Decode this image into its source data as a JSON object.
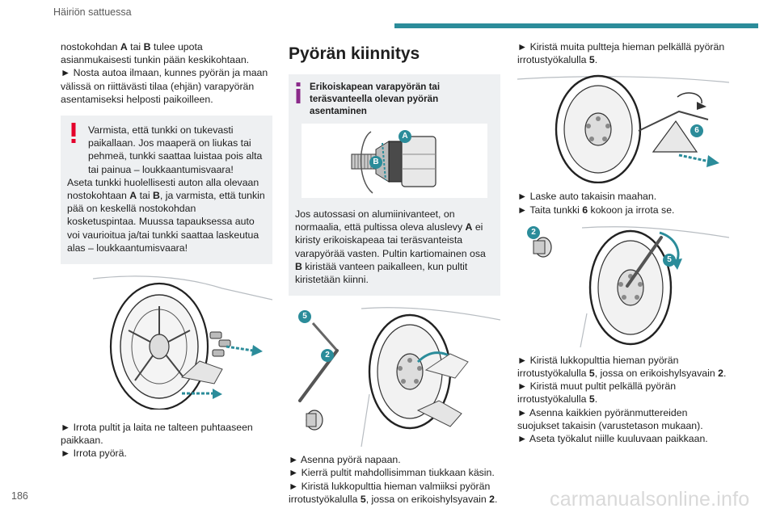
{
  "header": {
    "section": "Häiriön sattuessa"
  },
  "page_number": "186",
  "watermark": "carmanualsonline.info",
  "col1": {
    "intro": {
      "line1_pre": "nostokohdan ",
      "line1_a": "A",
      "line1_mid": " tai ",
      "line1_b": "B",
      "line1_post": " tulee upota asianmukaisesti tunkin pään keskikohtaan."
    },
    "step_lift": "► Nosta autoa ilmaan, kunnes pyörän ja maan välissä on riittävästi tilaa (ehjän) varapyörän asentamiseksi helposti paikoilleen.",
    "warning": {
      "line1": "Varmista, että tunkki on tukevasti paikallaan. Jos maaperä on liukas tai pehmeä, tunkki saattaa luistaa pois alta tai painua – loukkaantumisvaara!",
      "line2_pre": "Aseta tunkki huolellisesti auton alla olevaan nostokohtaan ",
      "line2_a": "A",
      "line2_mid": " tai ",
      "line2_b": "B",
      "line2_post": ", ja varmista, että tunkin pää on keskellä nostokohdan kosketuspintaa. Muussa tapauksessa auto voi vaurioitua ja/tai tunkki saattaa laskeutua alas – loukkaantumisvaara!"
    },
    "steps_after": [
      "► Irrota pultit ja laita ne talteen puhtaaseen paikkaan.",
      "► Irrota pyörä."
    ]
  },
  "col2": {
    "title": "Pyörän kiinnitys",
    "info": {
      "heading": "Erikoiskapean varapyörän tai teräsvanteella olevan pyörän asentaminen",
      "badge_a": "A",
      "badge_b": "B",
      "body_pre": "Jos autossasi on alumiinivanteet, on normaalia, että pultissa oleva aluslevy ",
      "body_a": "A",
      "body_mid": " ei kiristy erikoiskapeaa tai teräsvanteista varapyörää vasten. Pultin kartiomainen osa ",
      "body_b": "B",
      "body_post": " kiristää vanteen paikalleen, kun pultit kiristetään kiinni."
    },
    "fig_badges": [
      "5",
      "2"
    ],
    "steps": [
      "► Asenna pyörä napaan.",
      "► Kierrä pultit mahdollisimman tiukkaan käsin."
    ],
    "step_lock": {
      "pre": "► Kiristä lukkopulttia hieman valmiiksi pyörän irrotustyökalulla ",
      "n5": "5",
      "mid": ", jossa on erikoishylsyavain ",
      "n2": "2",
      "post": "."
    }
  },
  "col3": {
    "step_tighten": {
      "pre": "► Kiristä muita pultteja hieman pelkällä pyörän irrotustyökalulla ",
      "n5": "5",
      "post": "."
    },
    "fig1_badge": "6",
    "step_lower": "► Laske auto takaisin maahan.",
    "step_fold": {
      "pre": "► Taita tunkki ",
      "n6": "6",
      "post": " kokoon ja irrota se."
    },
    "fig2_badges": [
      "2",
      "5"
    ],
    "step_lock": {
      "pre": "► Kiristä lukkopulttia hieman pyörän irrotustyökalulla ",
      "n5": "5",
      "mid": ", jossa on erikoishylsyavain ",
      "n2": "2",
      "post": "."
    },
    "step_others": {
      "pre": "► Kiristä muut pultit pelkällä pyörän irrotustyökalulla ",
      "n5": "5",
      "post": "."
    },
    "step_covers": "► Asenna kaikkien pyöränmuttereiden suojukset takaisin (varustetason mukaan).",
    "step_tools": "► Aseta työkalut niille kuuluvaan paikkaan."
  },
  "colors": {
    "accent": "#2b8c9a",
    "warning": "#e4002b",
    "info": "#8b2a8a",
    "box_bg": "#eef0f2"
  }
}
